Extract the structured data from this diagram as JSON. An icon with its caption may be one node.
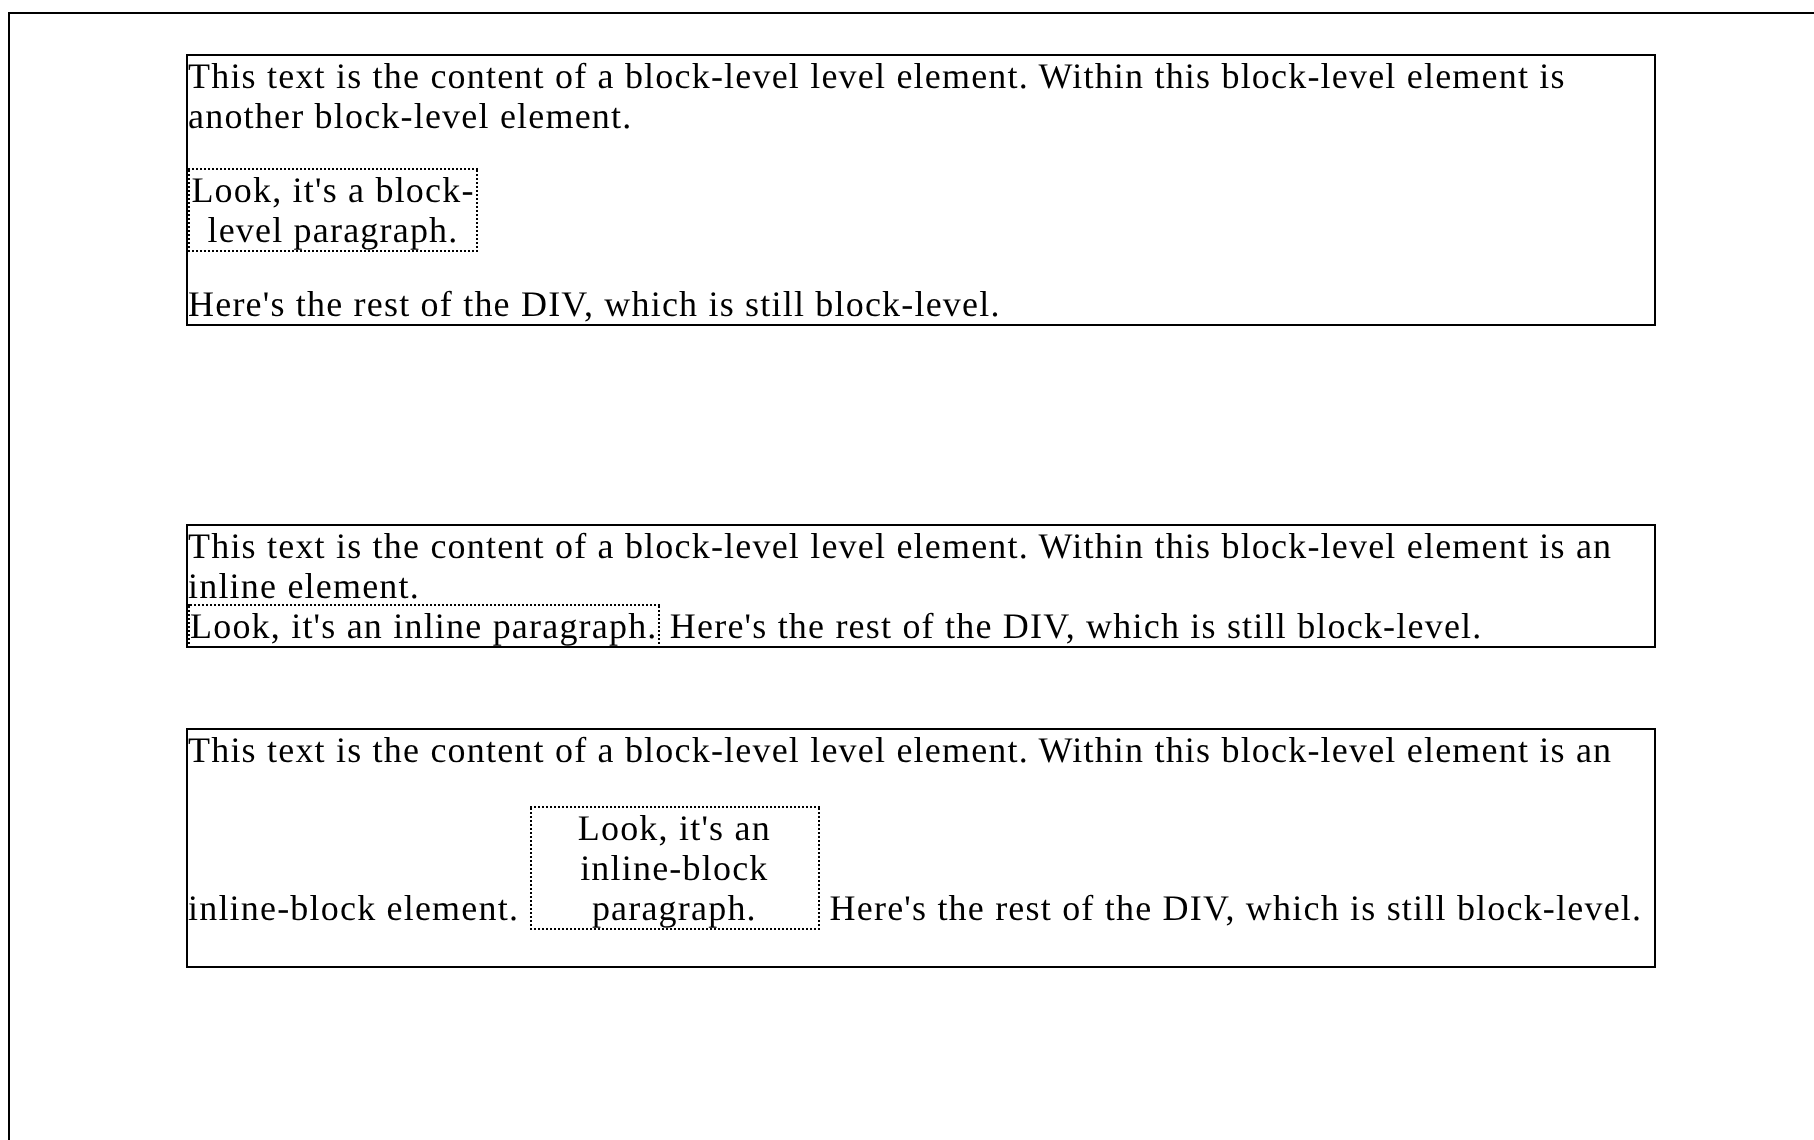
{
  "diagram": {
    "nodes": [
      {
        "text": [
          "This text is the content of a block-level level element. Within this block-level element is another block-level element.",
          "Here's the rest of the DIV, which is still block-level."
        ]
      },
      {
        "text": [
          "Look, it's a block-level paragraph."
        ],
        "in": 0
      },
      {
        "text": [
          "This text is the content of a block-level level element. Within this block-level element is an inline element.",
          "Here's the rest of the DIV, which is still block-level."
        ]
      },
      {
        "text": [
          "Look, it's an inline paragraph."
        ],
        "in": 2
      },
      {
        "text": [
          "This text is the content of a block-level level element. Within this block-level element is an inline-block element.",
          "Here's the rest of the DIV, which is still block-level."
        ]
      },
      {
        "text": [
          "Look, it's an inline-block paragraph."
        ],
        "in": 4
      }
    ],
    "edges": []
  }
}
